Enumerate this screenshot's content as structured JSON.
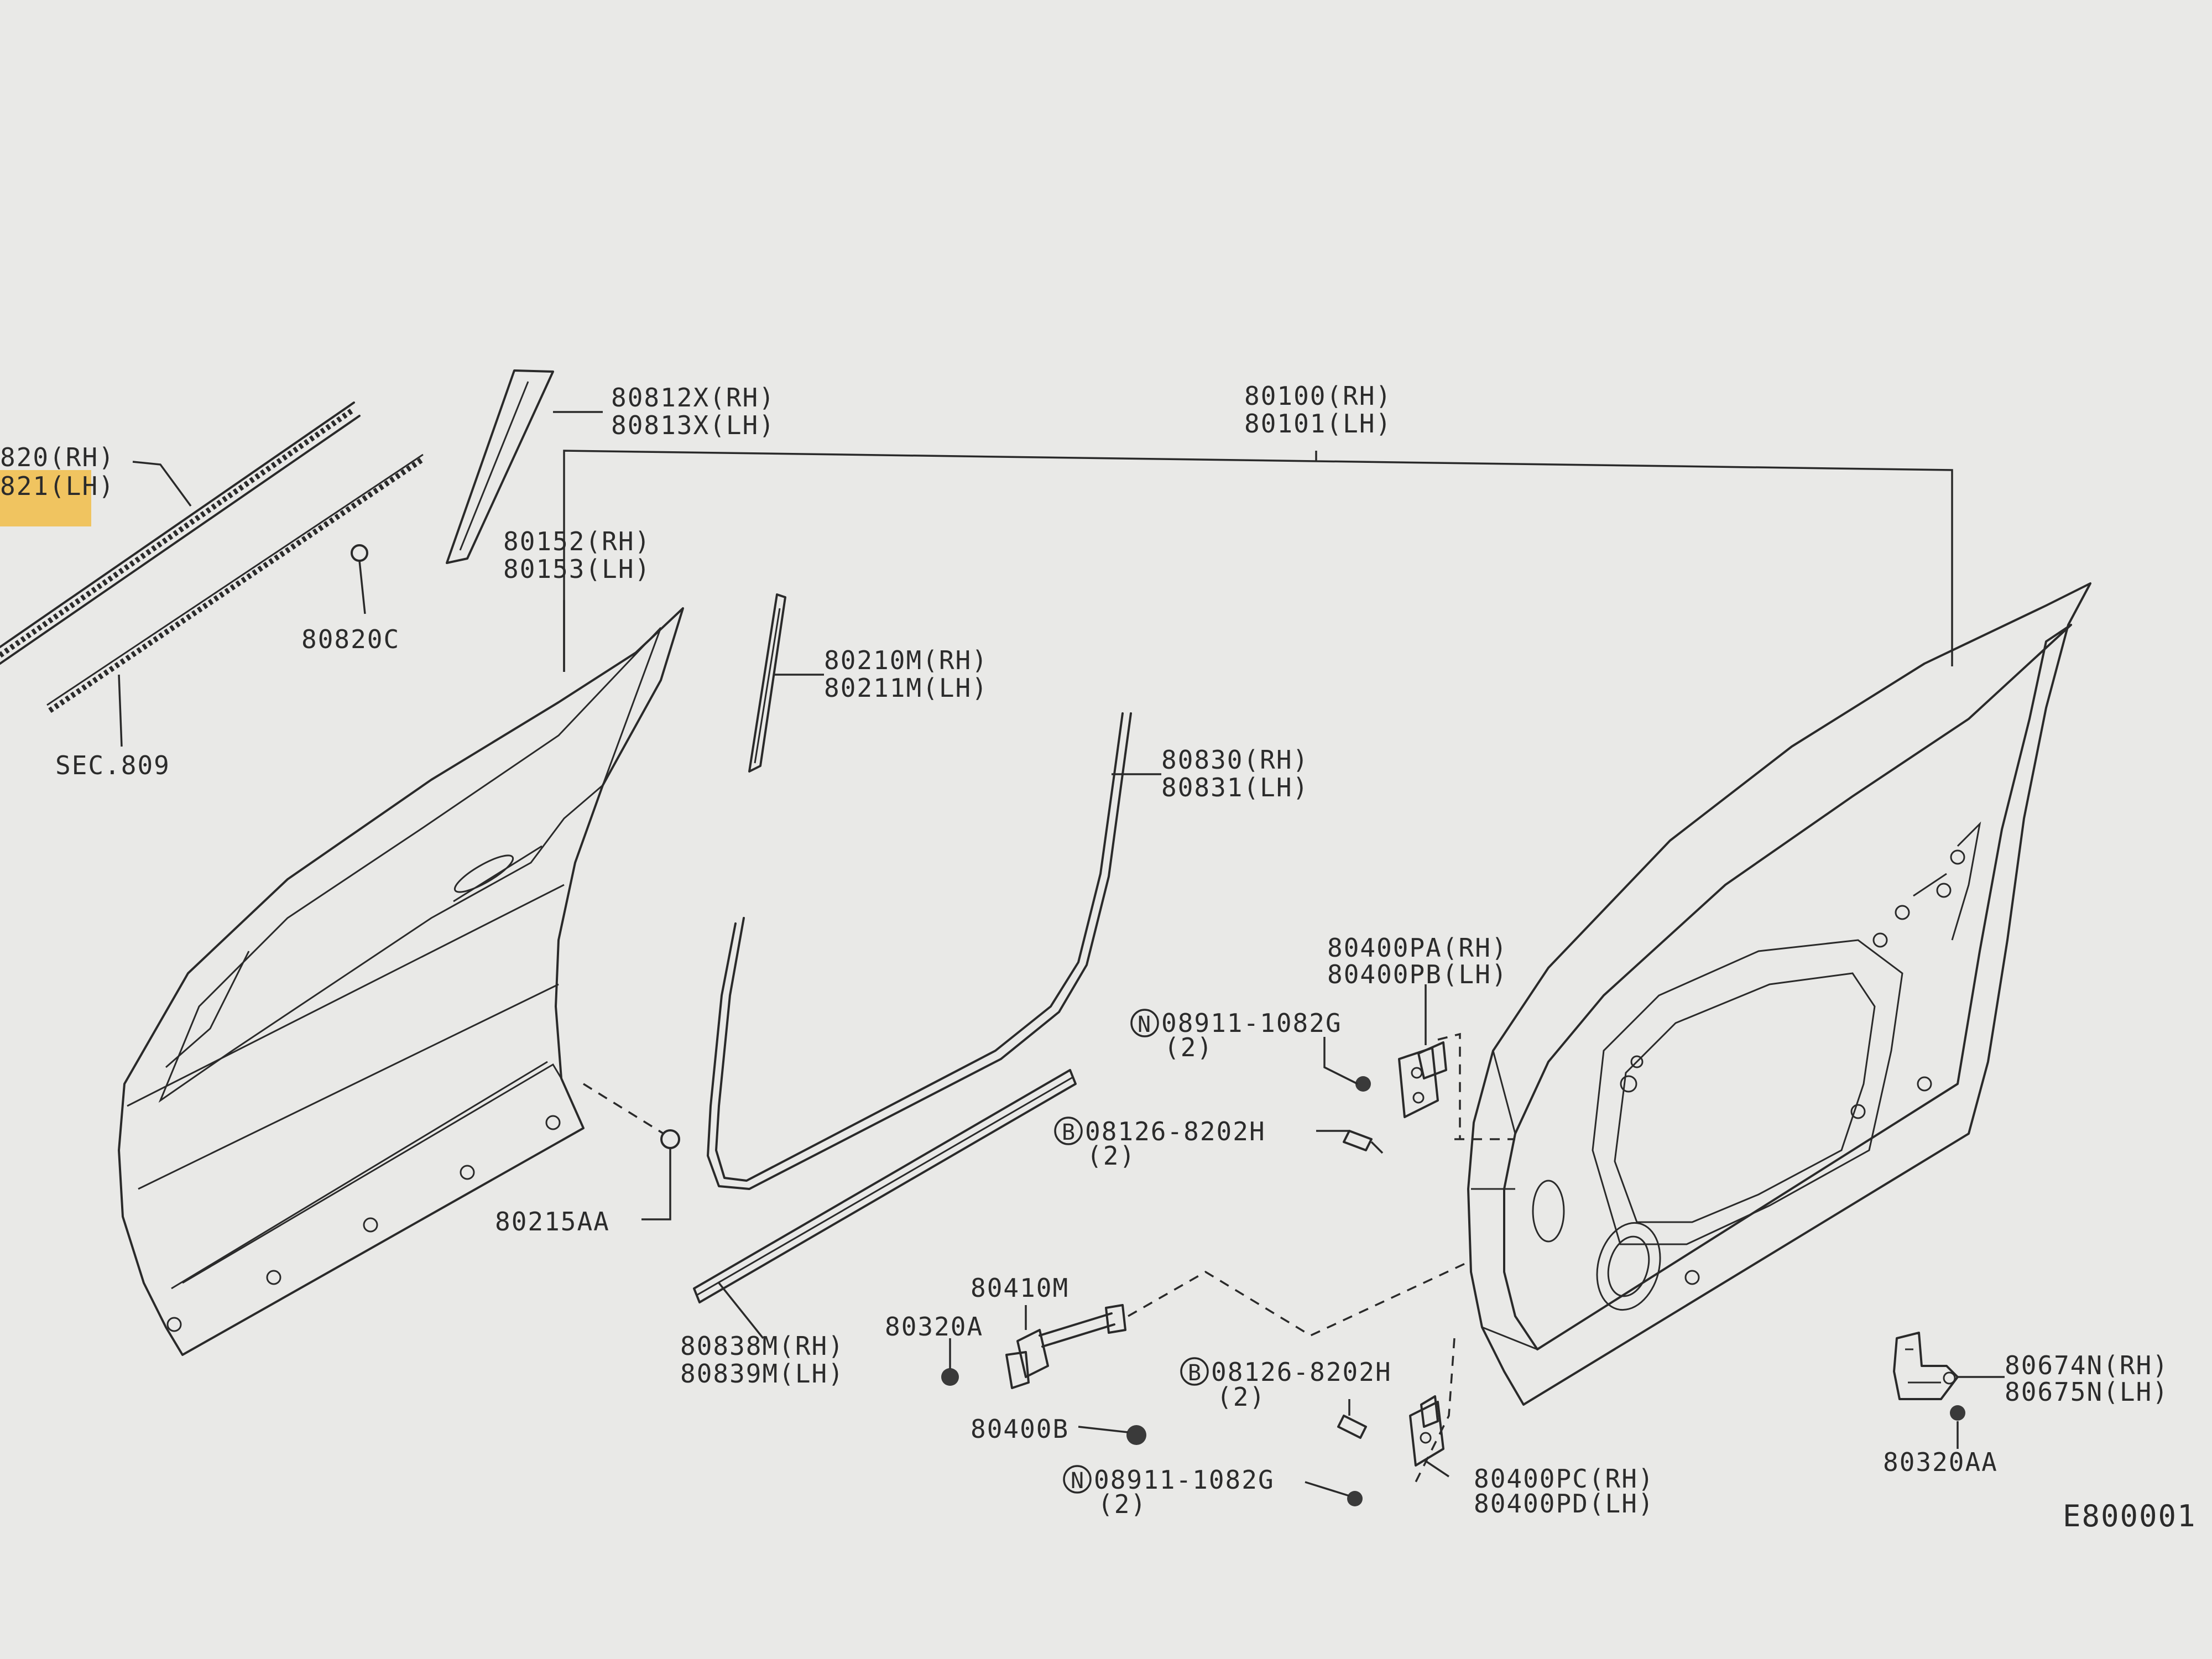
{
  "diagram_code": "E800001",
  "labels": {
    "weatherstrip_rh": "820(RH)",
    "weatherstrip_lh": "821(LH)",
    "sec": "SEC.809",
    "clip": "80820C",
    "sash_tape_rh": "80812X(RH)",
    "sash_tape_lh": "80813X(LH)",
    "outer_panel_rh": "80152(RH)",
    "outer_panel_lh": "80153(LH)",
    "door_rh": "80100(RH)",
    "door_lh": "80101(LH)",
    "partition_rh": "80210M(RH)",
    "partition_lh": "80211M(LH)",
    "seal_rh": "80830(RH)",
    "seal_lh": "80831(LH)",
    "clip2": "80215AA",
    "lower_seal_rh": "80838M(RH)",
    "lower_seal_lh": "80839M(LH)",
    "check_link": "80410M",
    "bolt_a": "80320A",
    "bolt_b": "80400B",
    "upper_hinge_rh": "80400PA(RH)",
    "upper_hinge_lh": "80400PB(LH)",
    "nut_upper": "08911-1082G",
    "nut_upper_qty": "(2)",
    "bolt_upper": "08126-8202H",
    "bolt_upper_qty": "(2)",
    "bolt_lower": "08126-8202H",
    "bolt_lower_qty": "(2)",
    "nut_lower": "08911-1082G",
    "nut_lower_qty": "(2)",
    "lower_hinge_rh": "80400PC(RH)",
    "lower_hinge_lh": "80400PD(LH)",
    "striker_rh": "80674N(RH)",
    "striker_lh": "80675N(LH)",
    "bolt_aa": "80320AA",
    "symbol_n": "N",
    "symbol_b": "B"
  }
}
